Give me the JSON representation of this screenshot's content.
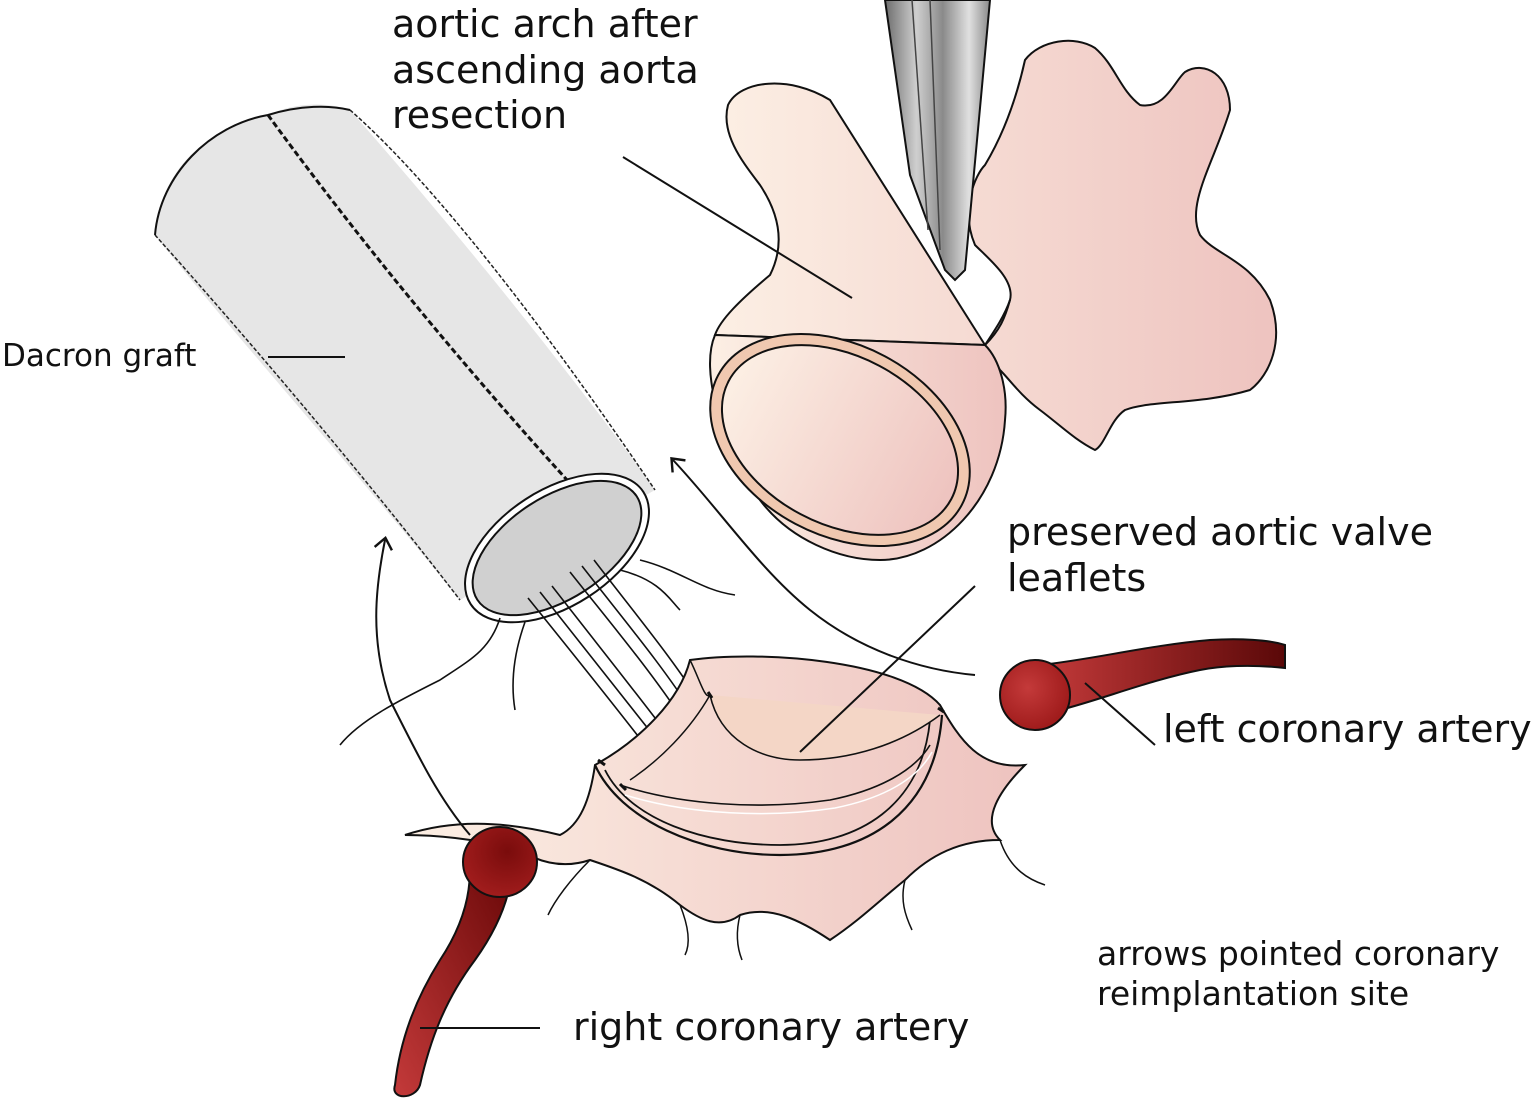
{
  "labels": {
    "aortic_arch": [
      "aortic arch after",
      "ascending aorta",
      "resection"
    ],
    "dacron_graft": "Dacron graft",
    "valve_leaflets": [
      "preserved aortic valve",
      "leaflets"
    ],
    "left_coronary": "left coronary artery",
    "right_coronary": "right coronary artery",
    "note": [
      "arrows pointed coronary",
      "reimplantation site"
    ]
  },
  "colors": {
    "graft_fill": "#e6e6e6",
    "graft_lumen": "#d0d0d0",
    "tissue_light": "#fbe6da",
    "tissue_dark": "#eec6c2",
    "cuff": "#f0c8b0",
    "artery_dark": "#6b0a0a",
    "artery_light": "#c0303a",
    "clamp_dark": "#7a7a7a",
    "clamp_light": "#d8d8d8",
    "outline": "#111111"
  }
}
